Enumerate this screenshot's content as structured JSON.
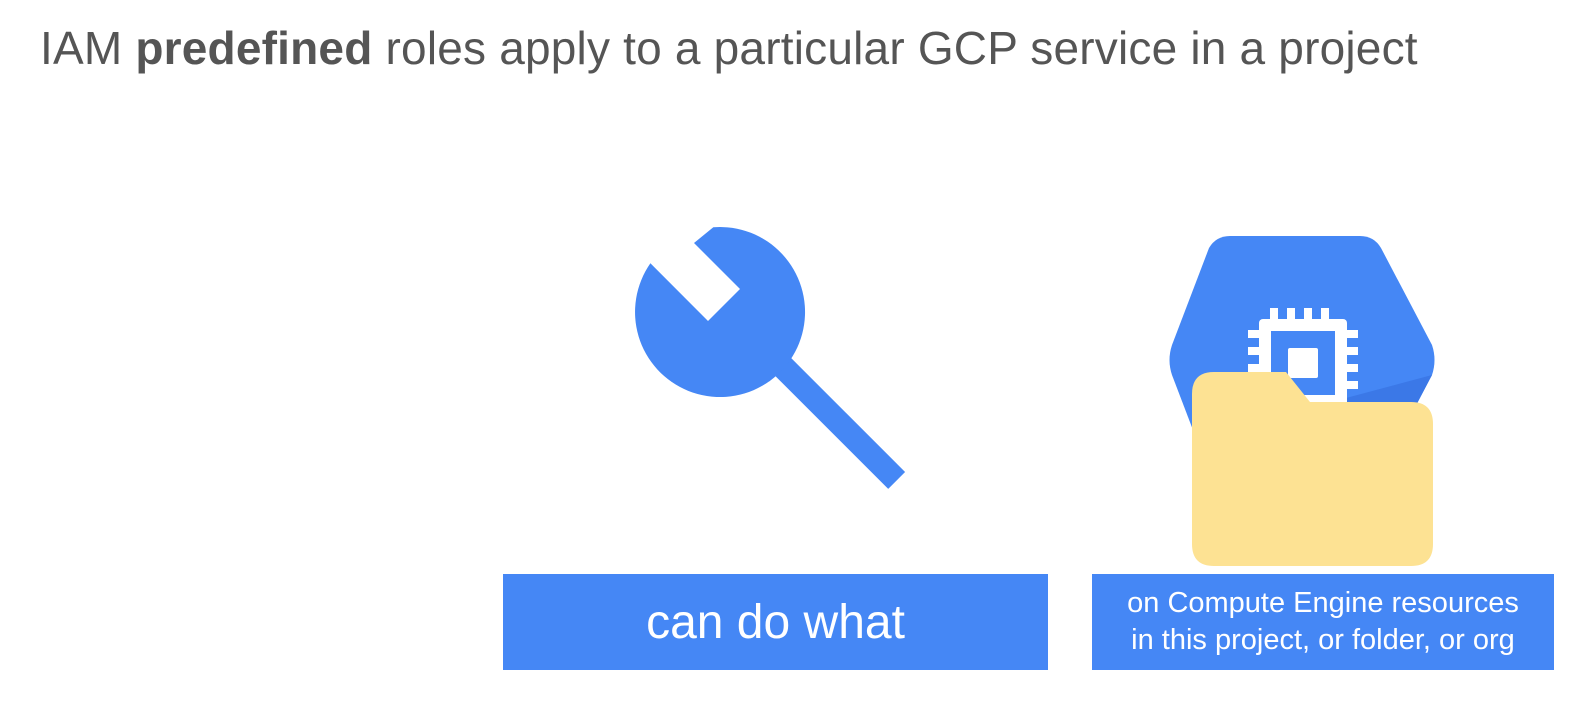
{
  "title": {
    "prefix": "IAM ",
    "bold": "predefined",
    "suffix": " roles apply to a particular GCP service in a project"
  },
  "boxes": {
    "what": "can do what",
    "where_line1": "on Compute Engine resources",
    "where_line2": "in this project, or folder, or org"
  },
  "icons": {
    "wrench": "wrench-icon",
    "compute_engine": "compute-engine-icon",
    "folder": "folder-icon"
  },
  "colors": {
    "title_text": "#555555",
    "accent_blue": "#4587f5",
    "hexagon_shadow": "#3b78e7",
    "folder_yellow": "#fde293",
    "label_text": "#ffffff"
  }
}
